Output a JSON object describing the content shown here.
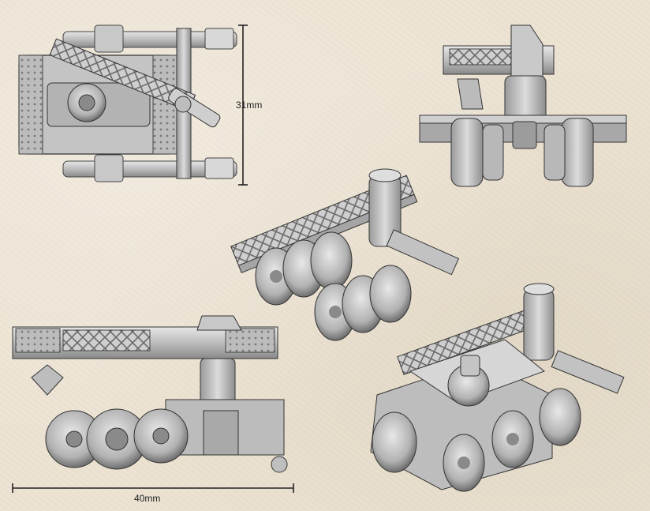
{
  "dimensions": {
    "height_label": "31mm",
    "width_label": "40mm"
  },
  "views": [
    {
      "id": "top-view"
    },
    {
      "id": "front-view"
    },
    {
      "id": "side-view"
    },
    {
      "id": "iso-view-chassis-only"
    },
    {
      "id": "iso-view-assembled"
    }
  ],
  "colors": {
    "background": "#ece3d3",
    "model_light": "#d4d4d4",
    "model_mid": "#a9a9a9",
    "model_dark": "#6f6f6f",
    "line": "#222222"
  }
}
